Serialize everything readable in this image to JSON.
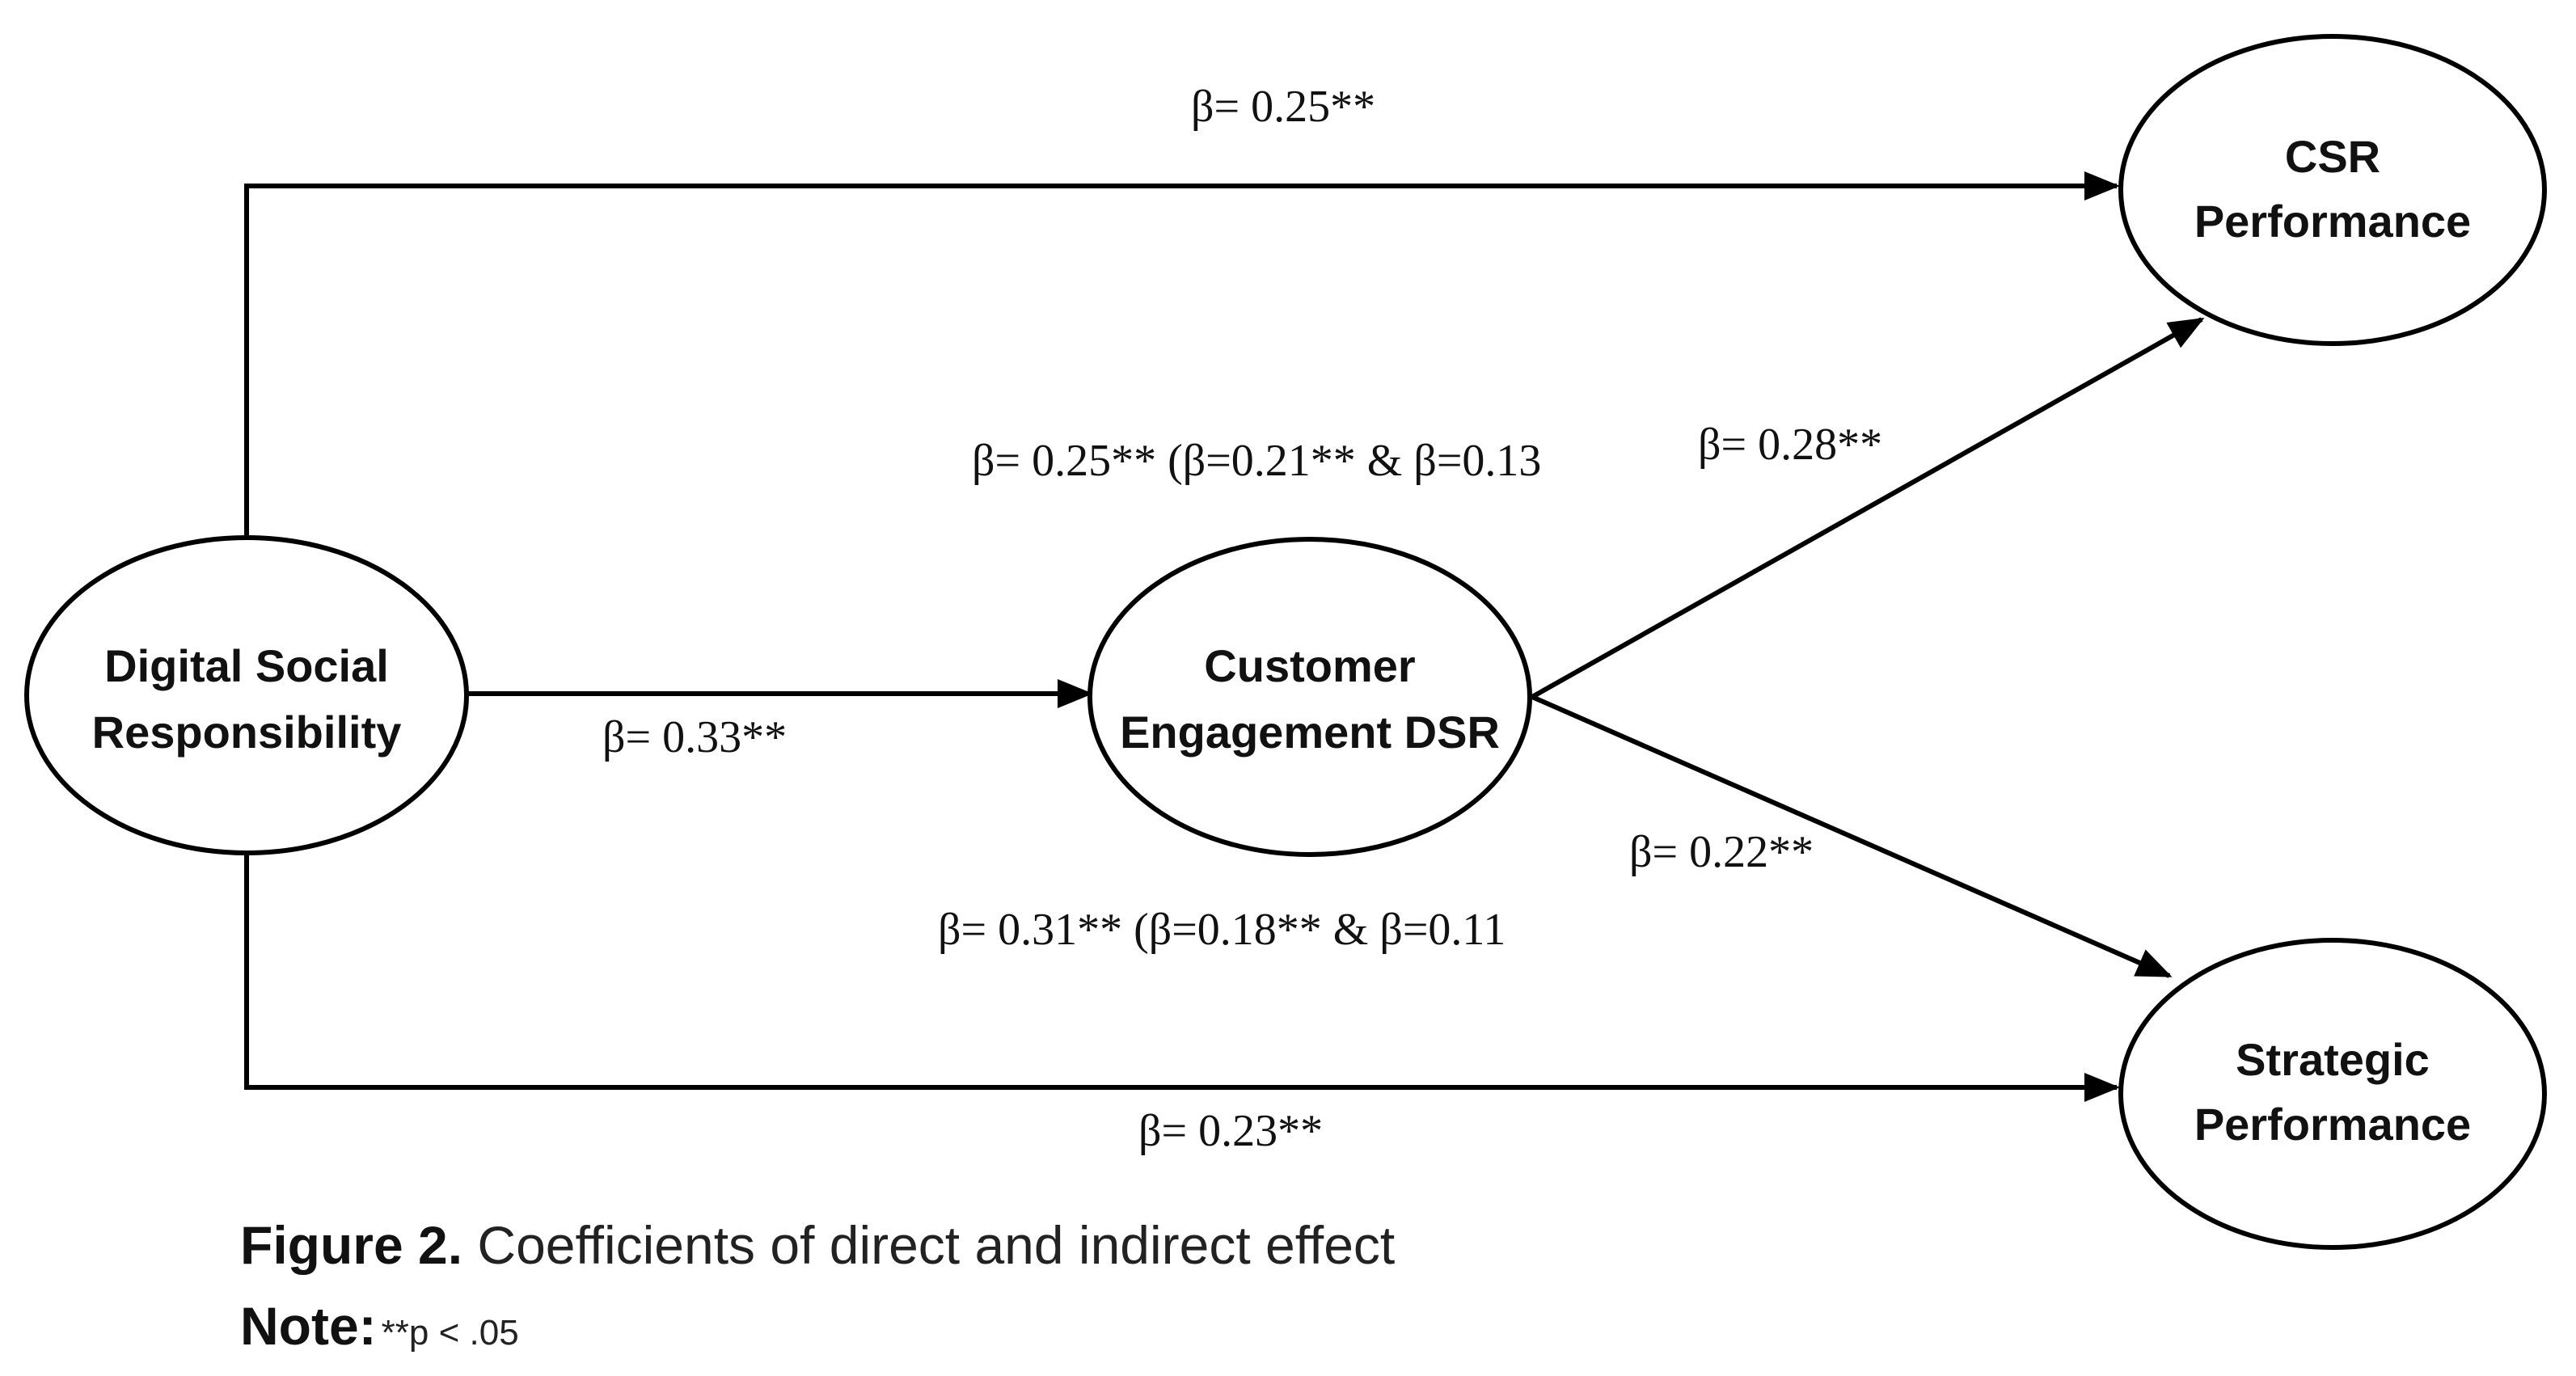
{
  "nodes": {
    "dsr": {
      "line1": "Digital Social",
      "line2": "Responsibility"
    },
    "ce": {
      "line1": "Customer",
      "line2": "Engagement DSR"
    },
    "csr": {
      "line1": "CSR",
      "line2": "Performance"
    },
    "sp": {
      "line1": "Strategic",
      "line2": "Performance"
    }
  },
  "edges": {
    "dsr_csr": "β= 0.25**",
    "dsr_sp": "β= 0.23**",
    "dsr_ce": "β= 0.33**",
    "ce_csr": "β= 0.28**",
    "ce_sp": "β= 0.22**",
    "indirect_csr": "β= 0.25** (β=0.21** & β=0.13",
    "indirect_sp": "β= 0.31** (β=0.18** & β=0.11"
  },
  "caption": {
    "figure_label": "Figure 2.",
    "figure_text": " Coefficients of direct and indirect effect",
    "note_label": "Note:",
    "note_text": "**p < .05"
  }
}
